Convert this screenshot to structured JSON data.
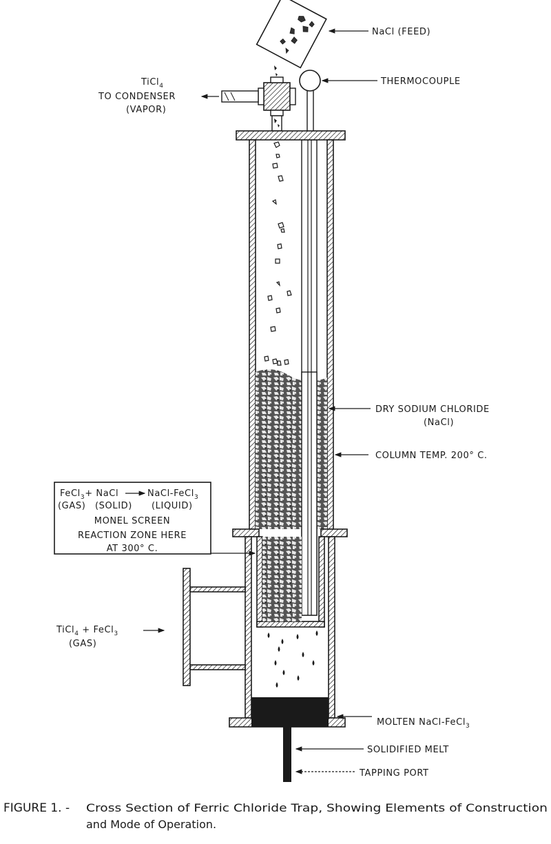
{
  "labels": {
    "feed": "NaCl (FEED)",
    "outlet_1": "TiCl",
    "outlet_1_sub": "4",
    "outlet_2": "TO CONDENSER",
    "outlet_3": "(VAPOR)",
    "thermocouple": "THERMOCOUPLE",
    "dry_salt_1": "DRY SODIUM CHLORIDE",
    "dry_salt_2": "(NaCl)",
    "column_temp": "COLUMN TEMP. 200° C.",
    "inlet_1a": "TiCl",
    "inlet_1b": "4",
    "inlet_1c": " + FeCl",
    "inlet_1d": "3",
    "inlet_2": "(GAS)",
    "molten": "MOLTEN NaCl-FeCl",
    "molten_sub": "3",
    "solidified": "SOLIDIFIED MELT",
    "tapping": "TAPPING PORT"
  },
  "reaction_box": {
    "line1a": "FeCl",
    "line1b": "3",
    "line1c": "+ NaCl",
    "line1d": "NaCl-FeCl",
    "line1e": "3",
    "line2a": "(GAS)",
    "line2b": "(SOLID)",
    "line2c": "(LIQUID)",
    "line3": "MONEL SCREEN",
    "line4": "REACTION ZONE HERE",
    "line5": "AT 300° C."
  },
  "caption": {
    "number": "FIGURE 1. -",
    "line1": "Cross Section of Ferric Chloride Trap, Showing Elements of Construction",
    "line2": "and Mode of Operation."
  },
  "colors": {
    "ink": "#1a1a1a",
    "background": "#ffffff"
  }
}
